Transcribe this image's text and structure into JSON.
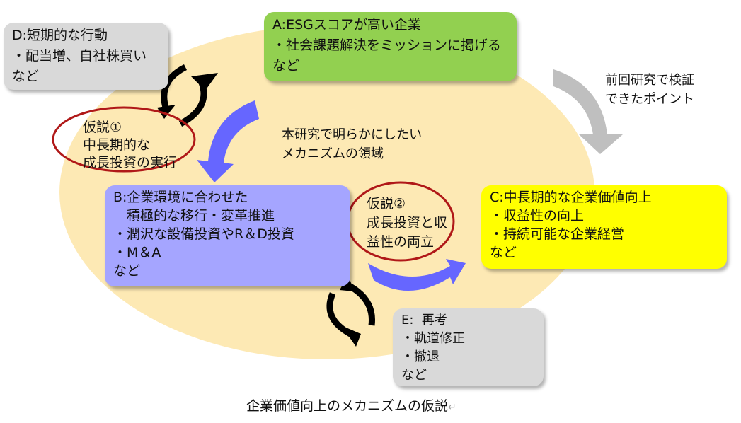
{
  "boxes": {
    "a": {
      "title": "A:ESGスコアが高い企業",
      "lines": [
        "・社会課題解決をミッションに掲げる",
        "など"
      ]
    },
    "b": {
      "title": "B:企業環境に合わせた",
      "lines": [
        "　積極的な移行・変革推進",
        "・潤沢な設備投資やR＆D投資",
        "・M＆A",
        "など"
      ]
    },
    "c": {
      "title": "C:中長期的な企業価値向上",
      "lines": [
        "・収益性の向上",
        "・持続可能な企業経営",
        "など"
      ]
    },
    "d": {
      "title": "D:短期的な行動",
      "lines": [
        "・配当増、自社株買い",
        "など"
      ]
    },
    "e": {
      "title": "E:  再考",
      "lines": [
        "・軌道修正",
        "・撤退",
        "など"
      ]
    }
  },
  "hypothesis1": [
    "仮説①",
    "中長期的な",
    "成長投資の実行"
  ],
  "hypothesis2": [
    "仮説②",
    "成長投資と収",
    "益性の両立"
  ],
  "center_label": [
    "本研究で明らかにしたい",
    "メカニズムの領域"
  ],
  "previous_label": [
    "前回研究で検証",
    "できたポイント"
  ],
  "caption": "企業価値向上のメカニズムの仮説",
  "caption_mark": "↵",
  "colors": {
    "ellipse": "#fde9b4",
    "a": "#92d050",
    "b": "#a5a5ff",
    "c": "#ffff00",
    "gray": "#d9d9d9",
    "blue_arrow": "#6666ff",
    "red": "#b01818"
  }
}
